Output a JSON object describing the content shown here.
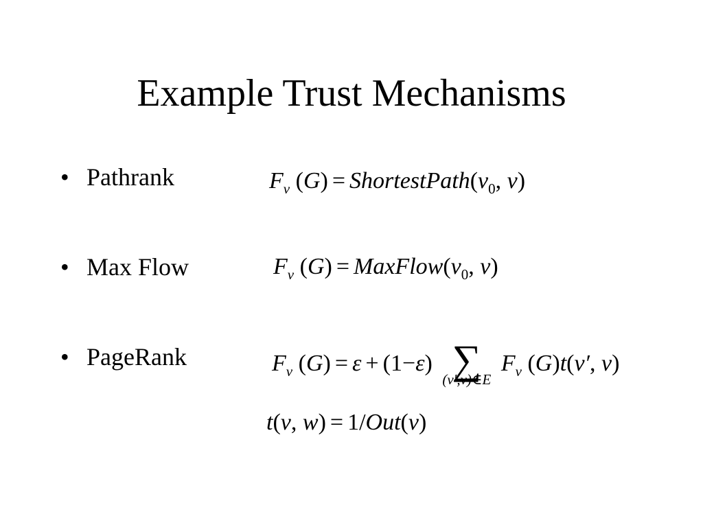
{
  "slide": {
    "title": "Example Trust Mechanisms",
    "bullet_glyph": "•",
    "bullets": [
      {
        "label": "Pathrank"
      },
      {
        "label": "Max Flow"
      },
      {
        "label": "PageRank"
      }
    ]
  },
  "formulas": {
    "pathrank": {
      "F": "F",
      "v_sub": "v",
      "G": "G",
      "eq": "=",
      "fn": "ShortestPath",
      "v0": "v",
      "zero": "0",
      "v": "v"
    },
    "maxflow": {
      "F": "F",
      "v_sub": "v",
      "G": "G",
      "eq": "=",
      "fn": "MaxFlow",
      "v0": "v",
      "zero": "0",
      "v": "v"
    },
    "pagerank": {
      "F": "F",
      "v_sub": "v",
      "G": "G",
      "eq": "=",
      "eps": "ε",
      "plus": "+",
      "one": "1",
      "minus": "−",
      "eps2": "ε",
      "sum": "∑",
      "sum_limits": "(v′,v)∈E",
      "F2": "F",
      "v_sub2": "v",
      "G2": "G",
      "t": "t",
      "vprime": "v′",
      "v": "v"
    },
    "transition": {
      "t": "t",
      "v": "v",
      "w": "w",
      "eq": "=",
      "one": "1",
      "slash": "/",
      "fn": "Out",
      "v2": "v"
    }
  }
}
